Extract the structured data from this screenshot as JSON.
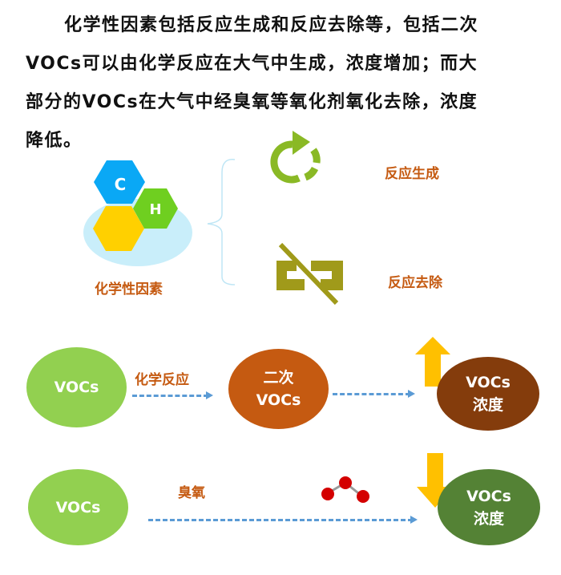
{
  "paragraph": {
    "lines": [
      "化学性因素包括反应生成和反应去除等，包括二次",
      "VOCs可以由化学反应在大气中生成，浓度增加；而大",
      "部分的VOCs在大气中经臭氧等氧化剂氧化去除，浓度",
      "降低。"
    ]
  },
  "top": {
    "factor_label": "化学性因素",
    "hex_c": "C",
    "hex_h": "H",
    "generate_label": "反应生成",
    "remove_label": "反应去除"
  },
  "flow1": {
    "source": "VOCs",
    "arrow_label": "化学反应",
    "secondary": [
      "二次",
      "VOCs"
    ],
    "result": [
      "VOCs",
      "浓度"
    ]
  },
  "flow2": {
    "source": "VOCs",
    "arrow_label": "臭氧",
    "result": [
      "VOCs",
      "浓度"
    ]
  },
  "colors": {
    "text_accent": "#c55a11",
    "light_green": "#92d050",
    "dark_green": "#548235",
    "orange": "#c55a11",
    "brown": "#843c0c",
    "arrow": "#5b9bd5",
    "yellow": "#ffc000"
  }
}
